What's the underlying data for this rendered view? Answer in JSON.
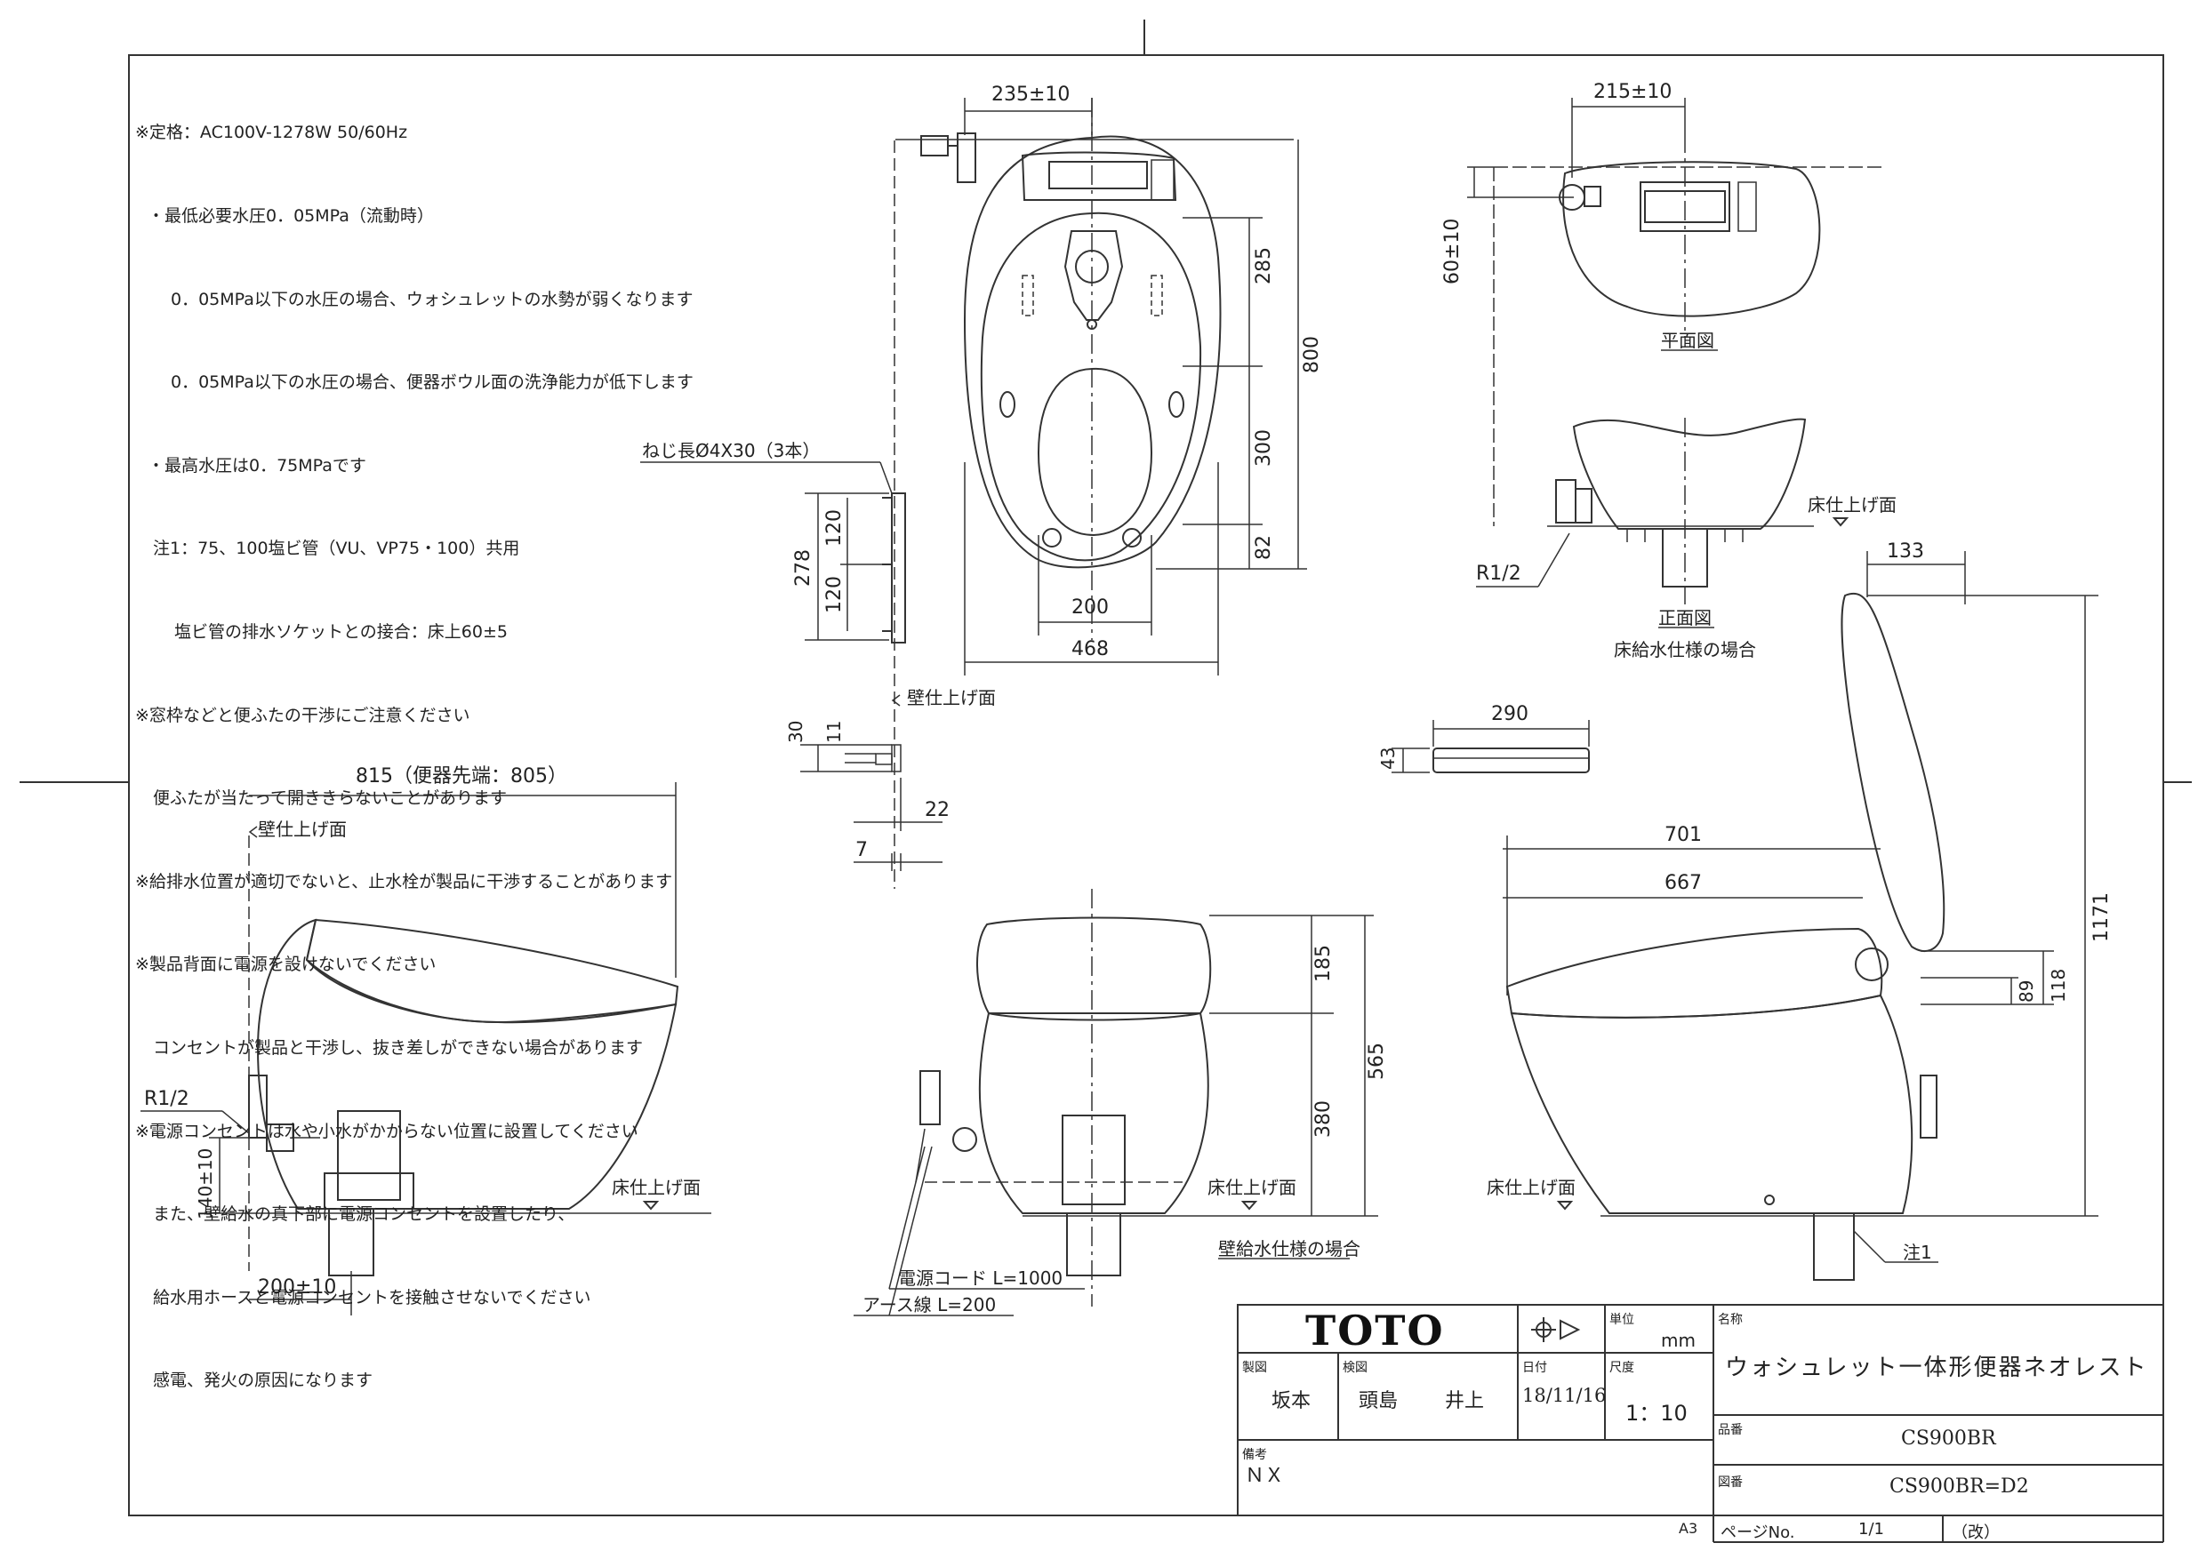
{
  "notes": [
    "※定格：AC100V-1278W 50/60Hz",
    "・最低必要水圧0．05MPa（流動時）",
    "0．05MPa以下の水圧の場合、ウォシュレットの水勢が弱くなります",
    "0．05MPa以下の水圧の場合、便器ボウル面の洗浄能力が低下します",
    "・最高水圧は0．75MPaです",
    "注1：75、100塩ビ管（VU、VP75・100）共用",
    "塩ビ管の排水ソケットとの接合：床上60±5",
    "※窓枠などと便ふたの干渉にご注意ください",
    "便ふたが当たって開ききらないことがあります",
    "※給排水位置が適切でないと、止水栓が製品に干渉することがあります",
    "※製品背面に電源を設けないでください",
    "コンセントが製品と干渉し、抜き差しができない場合があります",
    "※電源コンセントは水や小水がかからない位置に設置してください",
    "また、壁給水の真下部に電源コンセントを設置したり、",
    "給水用ホースと電源コンセントを接触させないでください",
    "感電、発火の原因になります"
  ],
  "labels": {
    "plan_view": "平面図",
    "front_view": "正面図",
    "floor_supply": "床給水仕様の場合",
    "wall_supply": "壁給水仕様の場合",
    "floor_finish": "床仕上げ面",
    "wall_finish": "壁仕上げ面",
    "screw": "ねじ長Ø4X30（3本）",
    "r12": "R1/2",
    "power_cord": "電源コード L=1000",
    "earth_wire": "アース線 L=200",
    "note1": "注1",
    "a3": "A3"
  },
  "dims": {
    "d235": "235±10",
    "d215": "215±10",
    "d60": "60±10",
    "d285": "285",
    "d300": "300",
    "d82": "82",
    "d800": "800",
    "d200": "200",
    "d468": "468",
    "d278": "278",
    "d120a": "120",
    "d120b": "120",
    "d133": "133",
    "d1171": "1171",
    "d290": "290",
    "d43": "43",
    "d30": "30",
    "d11": "11",
    "d22": "22",
    "d7": "7",
    "d815": "815（便器先端：805）",
    "d140": "140±10",
    "d200s": "200±10",
    "d185": "185",
    "d565": "565",
    "d380": "380",
    "d701": "701",
    "d667": "667",
    "d89": "89",
    "d118": "118"
  },
  "title_block": {
    "logo": "TOTO",
    "unit_label": "単位",
    "unit": "mm",
    "name_label": "名称",
    "name": "ウォシュレット一体形便器ネオレスト",
    "drawn_label": "製図",
    "drawn": "坂本",
    "checked_label": "検図",
    "checked": "頭島",
    "approved": "井上",
    "date_label": "日付",
    "date": "18/11/16",
    "scale_label": "尺度",
    "scale": "1：10",
    "product_label": "品番",
    "product": "CS900BR",
    "remarks_label": "備考",
    "remarks": "ＮＸ",
    "drawing_label": "図番",
    "drawing": "CS900BR=D2",
    "page_label": "ページNo.",
    "page": "1/1",
    "rev": "（改）"
  }
}
